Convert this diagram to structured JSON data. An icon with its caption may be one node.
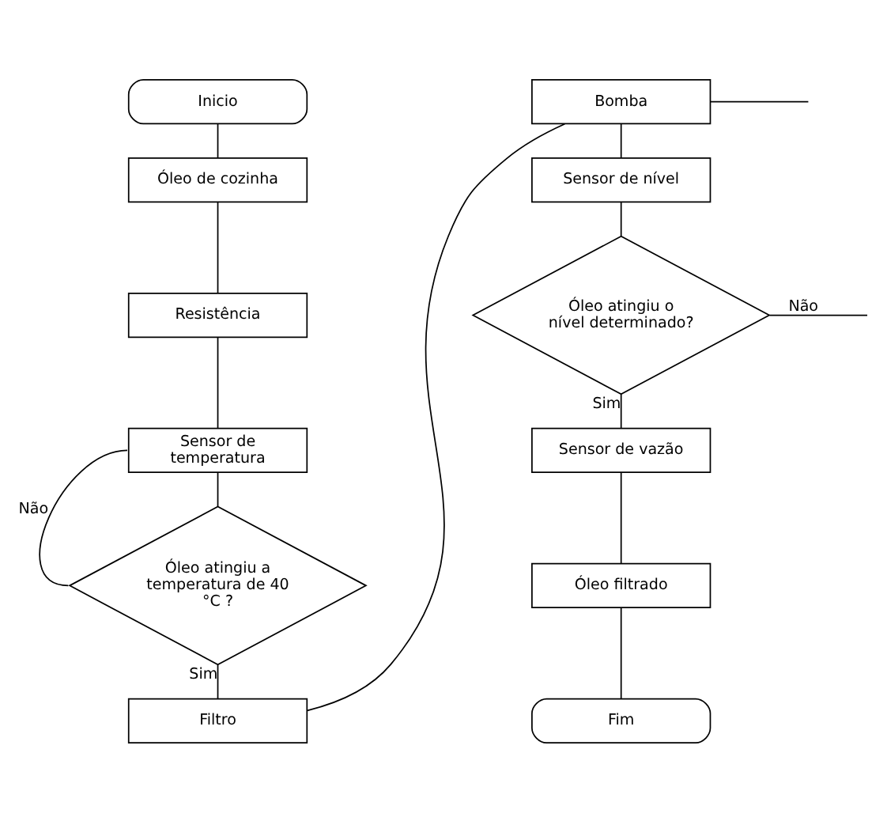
{
  "diagram": {
    "nodes": [
      {
        "text": [
          "Inicio"
        ]
      },
      {
        "text": [
          "Óleo de cozinha"
        ]
      },
      {
        "text": [
          "Resistência"
        ]
      },
      {
        "text": [
          "Sensor de temperatura"
        ]
      },
      {
        "text": [
          "Óleo atingiu a temperatura de 40 °C ?"
        ]
      },
      {
        "text": [
          "Filtro"
        ]
      },
      {
        "text": [
          "Bomba"
        ]
      },
      {
        "text": [
          "Sensor de nível"
        ]
      },
      {
        "text": [
          "Óleo atingiu o nível determinado?"
        ]
      },
      {
        "text": [
          "Sensor de vazão"
        ]
      },
      {
        "text": [
          "Óleo filtrado"
        ]
      },
      {
        "text": [
          "Fim"
        ]
      }
    ],
    "edges": [
      {
        "from": 0,
        "to": 1,
        "arrow": "none"
      },
      {
        "from": 1,
        "to": 2,
        "arrow": "none"
      },
      {
        "from": 2,
        "to": 3,
        "arrow": "none"
      },
      {
        "from": 3,
        "to": 4,
        "arrow": "none"
      },
      {
        "from": 4,
        "to": 3,
        "arrow": "none",
        "label": "Não"
      },
      {
        "from": 4,
        "to": 5,
        "arrow": "none",
        "label": "Sim"
      },
      {
        "from": 5,
        "to": 6,
        "arrow": "none"
      },
      {
        "from": 6,
        "to": 7,
        "arrow": "none"
      },
      {
        "from": 7,
        "to": 8,
        "arrow": "none"
      },
      {
        "from": 8,
        "to": 9,
        "arrow": "none",
        "label": "Sim"
      },
      {
        "from": 9,
        "to": 10,
        "arrow": "none"
      },
      {
        "from": 10,
        "to": 11,
        "arrow": "none"
      },
      {
        "from": 6,
        "to": null,
        "arrow": "none"
      },
      {
        "from": 8,
        "to": null,
        "arrow": "none",
        "label": "Não"
      }
    ]
  }
}
